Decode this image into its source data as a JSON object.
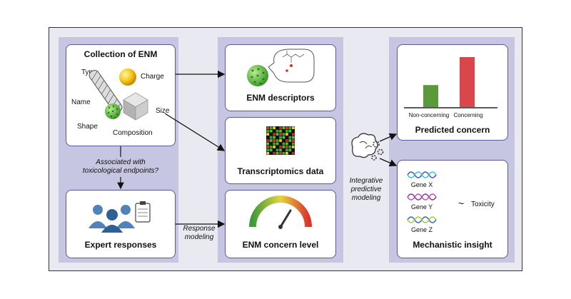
{
  "left_panel": {
    "collection_title": "Collection of ENM",
    "labels": {
      "type": "Type",
      "charge": "Charge",
      "name": "Name",
      "size": "Size",
      "shape": "Shape",
      "composition": "Composition"
    },
    "question_line1": "Associated with",
    "question_line2": "toxicological endpoints?",
    "expert_title": "Expert responses"
  },
  "middle_panel": {
    "descriptors_title": "ENM descriptors",
    "transcriptomics_title": "Transcriptomics data",
    "concern_level_title": "ENM concern level"
  },
  "connectors": {
    "response_line1": "Response",
    "response_line2": "modeling",
    "integrative_line1": "Integrative",
    "integrative_line2": "predictive",
    "integrative_line3": "modeling"
  },
  "right_panel": {
    "predicted_title": "Predicted concern",
    "bar_labels": [
      "Non-concerning",
      "Concerning"
    ],
    "bar_values": [
      0.44,
      1.0
    ],
    "bar_colors": [
      "#5a9a3a",
      "#d9474d"
    ],
    "genes": [
      "Gene X",
      "Gene Y",
      "Gene Z"
    ],
    "tilde": "~",
    "toxicity": "Toxicity",
    "mechanistic_title": "Mechanistic insight"
  }
}
